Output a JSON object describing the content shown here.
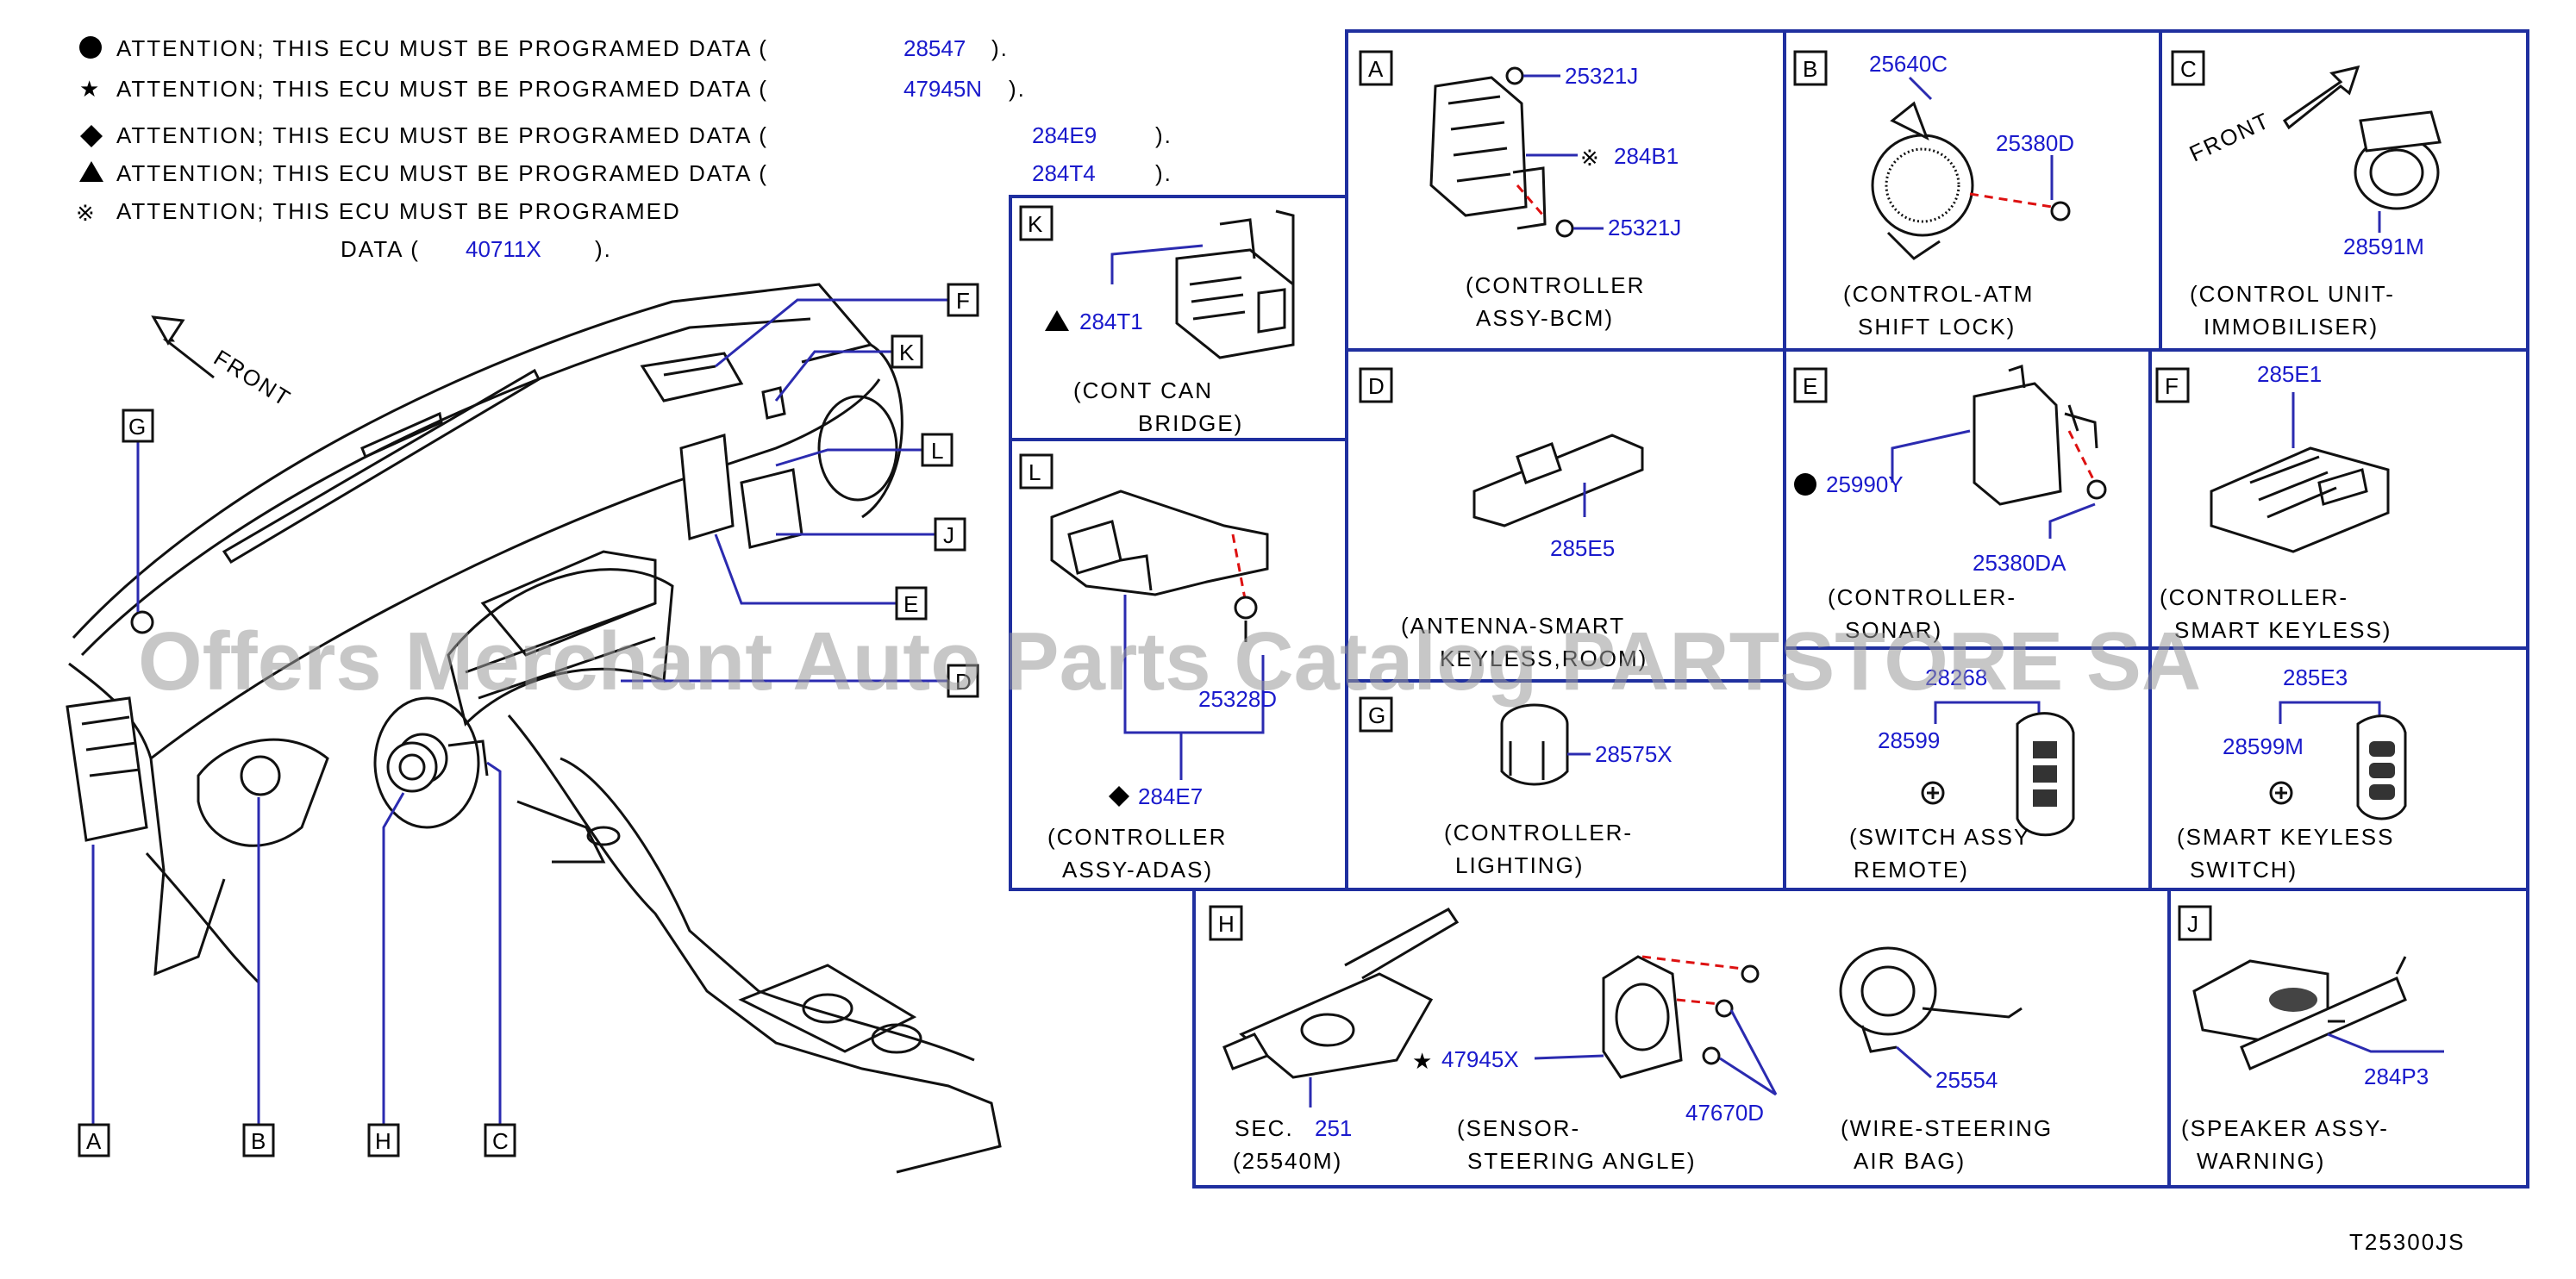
{
  "attention": [
    {
      "symbol": "●",
      "text": "ATTENTION;  THIS  ECU  MUST  BE  PROGRAMED  DATA  (",
      "pn": "28547",
      "end": ")."
    },
    {
      "symbol": "★",
      "text": "ATTENTION;  THIS  ECU  MUST  BE  PROGRAMED  DATA  (",
      "pn": "47945N",
      "end": ")."
    },
    {
      "symbol": "◆",
      "text": "ATTENTION;  THIS  ECU  MUST  BE  PROGRAMED  DATA  (",
      "pn": "284E9",
      "end": ")."
    },
    {
      "symbol": "▲",
      "text": "ATTENTION;  THIS  ECU  MUST  BE  PROGRAMED  DATA  (",
      "pn": "284T4",
      "end": ")."
    },
    {
      "symbol": "※",
      "text": "ATTENTION;  THIS  ECU  MUST  BE  PROGRAMED",
      "pn": "",
      "end": ""
    }
  ],
  "attention_cont": {
    "pre": "DATA  (",
    "pn": "40711X",
    "end": ")."
  },
  "front_label": "FRONT",
  "overview_labels": [
    "A",
    "B",
    "H",
    "C",
    "G",
    "F",
    "K",
    "L",
    "J",
    "E",
    "D"
  ],
  "panels": {
    "A": {
      "letter": "A",
      "pns": [
        "25321J",
        "284B1",
        "25321J"
      ],
      "pn_marks": [
        "",
        "※",
        ""
      ],
      "caption": [
        "(CONTROLLER",
        "ASSY-BCM)"
      ]
    },
    "B": {
      "letter": "B",
      "pns": [
        "25640C",
        "25380D"
      ],
      "caption": [
        "(CONTROL-ATM",
        "SHIFT   LOCK)"
      ]
    },
    "C": {
      "letter": "C",
      "front": "FRONT",
      "pns": [
        "28591M"
      ],
      "caption": [
        "(CONTROL   UNIT-",
        "IMMOBILISER)"
      ]
    },
    "K": {
      "letter": "K",
      "mark": "▲",
      "pns": [
        "284T1"
      ],
      "caption": [
        "(CONT   CAN",
        "BRIDGE)"
      ]
    },
    "L": {
      "letter": "L",
      "mark": "◆",
      "pns": [
        "25328D",
        "284E7"
      ],
      "caption": [
        "(CONTROLLER",
        "ASSY-ADAS)"
      ]
    },
    "D": {
      "letter": "D",
      "pns": [
        "285E5"
      ],
      "caption": [
        "(ANTENNA-SMART",
        "KEYLESS,ROOM)"
      ]
    },
    "E": {
      "letter": "E",
      "mark": "●",
      "pns": [
        "25990Y",
        "25380DA"
      ],
      "caption": [
        "(CONTROLLER-",
        "SONAR)"
      ]
    },
    "F": {
      "letter": "F",
      "pns": [
        "285E1"
      ],
      "caption": [
        "(CONTROLLER-",
        "SMART   KEYLESS)"
      ]
    },
    "G": {
      "letter": "G",
      "pns": [
        "28575X"
      ],
      "caption": [
        "(CONTROLLER-",
        "LIGHTING)"
      ]
    },
    "REMOTE": {
      "pns": [
        "28268",
        "28599"
      ],
      "caption": [
        "(SWITCH   ASSY",
        "REMOTE)"
      ]
    },
    "SMARTSW": {
      "pns": [
        "285E3",
        "28599M"
      ],
      "caption": [
        "(SMART   KEYLESS",
        "SWITCH)"
      ]
    },
    "H": {
      "letter": "H",
      "sec_prefix": "SEC.",
      "sec_pn": "251",
      "sec_sub": "(25540M)",
      "mark": "★",
      "pns": [
        "47945X",
        "47670D",
        "25554"
      ],
      "caption_sensor": [
        "(SENSOR-",
        "STEERING   ANGLE)"
      ],
      "caption_wire": [
        "(WIRE-STEERING",
        "AIR   BAG)"
      ]
    },
    "J": {
      "letter": "J",
      "pns": [
        "284P3"
      ],
      "caption": [
        "(SPEAKER   ASSY-",
        "WARNING)"
      ]
    }
  },
  "watermark": "Offers Merchant Auto Parts Catalog PARTSTORE SA",
  "drawing_code": "T25300JS"
}
